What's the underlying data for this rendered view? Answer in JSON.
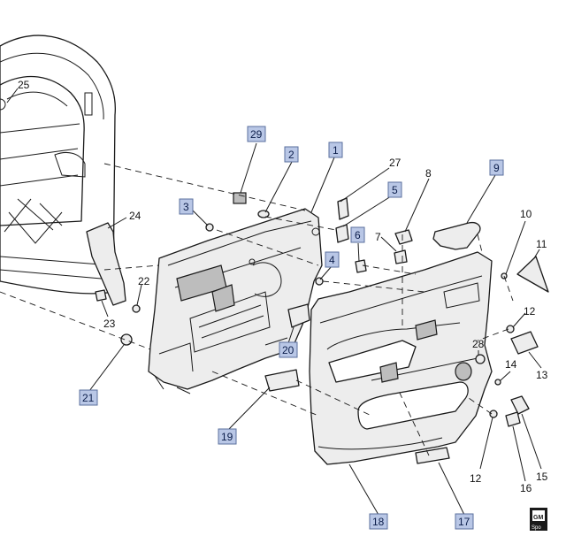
{
  "callouts": [
    {
      "id": "c1",
      "label": "1",
      "boxed": true
    },
    {
      "id": "c2",
      "label": "2",
      "boxed": true
    },
    {
      "id": "c3",
      "label": "3",
      "boxed": true
    },
    {
      "id": "c4",
      "label": "4",
      "boxed": true
    },
    {
      "id": "c5",
      "label": "5",
      "boxed": true
    },
    {
      "id": "c6",
      "label": "6",
      "boxed": true
    },
    {
      "id": "c7",
      "label": "7",
      "boxed": false
    },
    {
      "id": "c8",
      "label": "8",
      "boxed": false
    },
    {
      "id": "c9",
      "label": "9",
      "boxed": true
    },
    {
      "id": "c10",
      "label": "10",
      "boxed": false
    },
    {
      "id": "c11",
      "label": "11",
      "boxed": false
    },
    {
      "id": "c12a",
      "label": "12",
      "boxed": false
    },
    {
      "id": "c12b",
      "label": "12",
      "boxed": false
    },
    {
      "id": "c13",
      "label": "13",
      "boxed": false
    },
    {
      "id": "c14",
      "label": "14",
      "boxed": false
    },
    {
      "id": "c15",
      "label": "15",
      "boxed": false
    },
    {
      "id": "c16",
      "label": "16",
      "boxed": false
    },
    {
      "id": "c17",
      "label": "17",
      "boxed": true
    },
    {
      "id": "c18",
      "label": "18",
      "boxed": true
    },
    {
      "id": "c19",
      "label": "19",
      "boxed": true
    },
    {
      "id": "c20",
      "label": "20",
      "boxed": true
    },
    {
      "id": "c21",
      "label": "21",
      "boxed": true
    },
    {
      "id": "c22",
      "label": "22",
      "boxed": false
    },
    {
      "id": "c23",
      "label": "23",
      "boxed": false
    },
    {
      "id": "c24",
      "label": "24",
      "boxed": false
    },
    {
      "id": "c25",
      "label": "25",
      "boxed": false
    },
    {
      "id": "c27",
      "label": "27",
      "boxed": false
    },
    {
      "id": "c28",
      "label": "28",
      "boxed": false
    },
    {
      "id": "c29",
      "label": "29",
      "boxed": true
    }
  ],
  "colors": {
    "callout_box_fill": "#b9c7e6",
    "callout_box_stroke": "#5a6f9e",
    "line": "#1a1a1a",
    "part_fill": "#ededed"
  },
  "logo": {
    "line1": "GM",
    "line2": "Spo"
  }
}
